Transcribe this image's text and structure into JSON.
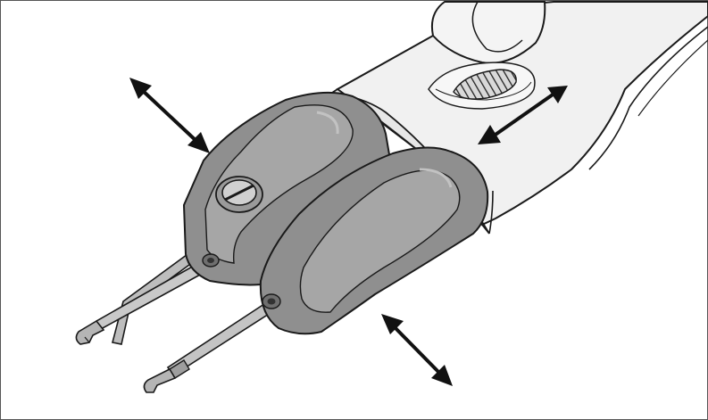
{
  "figure": {
    "subject": "tool-head-with-two-adjustable-probe-tips",
    "colors": {
      "background": "#ffffff",
      "outline": "#1a1a1a",
      "border": "#555555",
      "body_light": "#f1f1f1",
      "grip_dark": "#8f8f8f",
      "grip_mid": "#a6a6a6",
      "grip_highlight": "#c2c2c2",
      "metal": "#bdbdbd",
      "metal_shade": "#7a7a7a",
      "arrow": "#111111"
    },
    "arrows": [
      {
        "name": "arrow-upper-left",
        "meaning": "tilt-adjustment"
      },
      {
        "name": "arrow-upper-right",
        "meaning": "tip-spacing-adjustment"
      },
      {
        "name": "arrow-lower-right",
        "meaning": "tilt-adjustment"
      }
    ]
  }
}
